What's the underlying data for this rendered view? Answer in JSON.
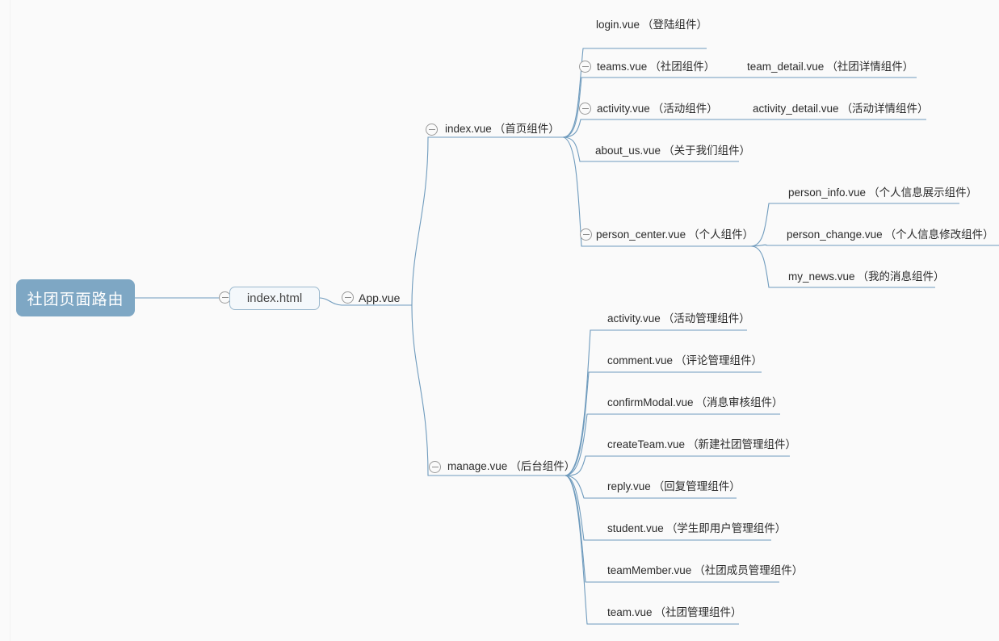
{
  "diagram": {
    "type": "mindmap",
    "background": "#fafafa",
    "edge_color": "#6f9bbd",
    "root_fill": "#7ea7c4",
    "root_text_color": "#ffffff",
    "box_fill": "#f4f8fb",
    "box_border": "#9cb9ce",
    "collapse_icon_name": "collapse-minus-icon"
  },
  "root": {
    "label": "社团页面路由"
  },
  "nodes": {
    "index_html": {
      "label": "index.html"
    },
    "app_vue": {
      "label": "App.vue"
    },
    "index_vue": {
      "name": "index.vue",
      "desc": "（首页组件）"
    },
    "manage_vue": {
      "name": "manage.vue",
      "desc": "（后台组件）"
    },
    "login_vue": {
      "name": "login.vue",
      "desc": "（登陆组件）"
    },
    "teams_vue": {
      "name": "teams.vue",
      "desc": "（社团组件）"
    },
    "activity_vue": {
      "name": "activity.vue",
      "desc": "（活动组件）"
    },
    "about_us_vue": {
      "name": "about_us.vue",
      "desc": "（关于我们组件）"
    },
    "person_center_vue": {
      "name": "person_center.vue",
      "desc": "（个人组件）"
    },
    "team_detail_vue": {
      "name": "team_detail.vue",
      "desc": "（社团详情组件）"
    },
    "activity_detail_vue": {
      "name": "activity_detail.vue",
      "desc": "（活动详情组件）"
    },
    "person_info_vue": {
      "name": "person_info.vue",
      "desc": "（个人信息展示组件）"
    },
    "person_change_vue": {
      "name": "person_change.vue",
      "desc": "（个人信息修改组件）"
    },
    "my_news_vue": {
      "name": "my_news.vue",
      "desc": "（我的消息组件）"
    },
    "m_activity_vue": {
      "name": "activity.vue",
      "desc": "（活动管理组件）"
    },
    "m_comment_vue": {
      "name": "comment.vue",
      "desc": "（评论管理组件）"
    },
    "m_confirm_modal_vue": {
      "name": "confirmModal.vue",
      "desc": "（消息审核组件）"
    },
    "m_create_team_vue": {
      "name": "createTeam.vue",
      "desc": "（新建社团管理组件）"
    },
    "m_reply_vue": {
      "name": "reply.vue",
      "desc": "（回复管理组件）"
    },
    "m_student_vue": {
      "name": "student.vue",
      "desc": "（学生即用户管理组件）"
    },
    "m_team_member_vue": {
      "name": "teamMember.vue",
      "desc": "（社团成员管理组件）"
    },
    "m_team_vue": {
      "name": "team.vue",
      "desc": "（社团管理组件）"
    }
  }
}
